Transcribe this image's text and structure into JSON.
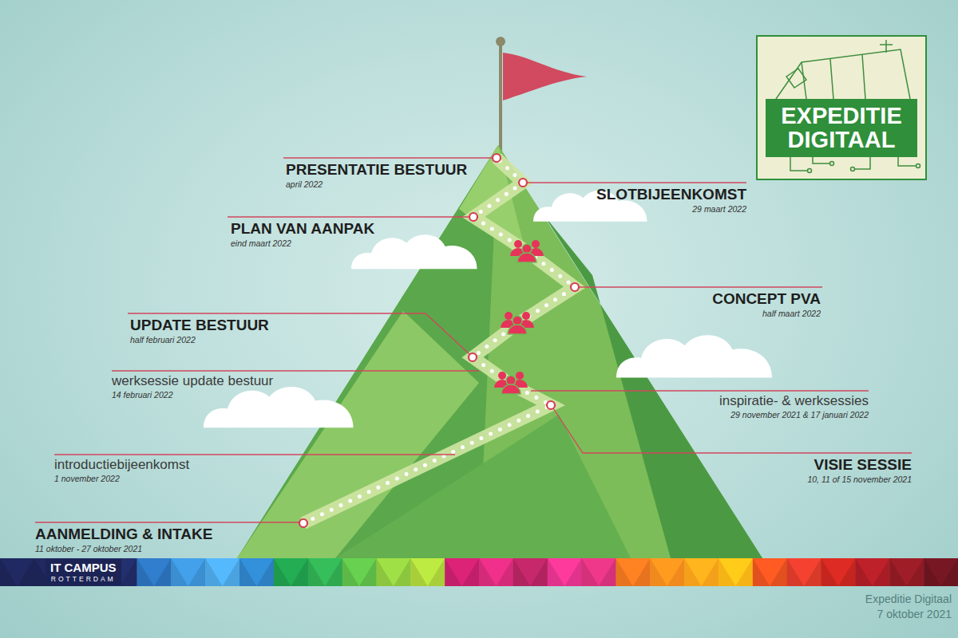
{
  "diagram": {
    "nodes": [
      {
        "text": [
          "EXPEDITIE DIGITAAL"
        ]
      },
      {
        "text": [
          "IT CAMPUS",
          "ROTTERDAM"
        ]
      }
    ],
    "labels": [
      "PRESENTATIE BESTUUR",
      "april 2022",
      "SLOTBIJEENKOMST",
      "29 maart 2022",
      "PLAN VAN AANPAK",
      "eind maart 2022",
      "CONCEPT PVA",
      "half maart 2022",
      "UPDATE BESTUUR",
      "half februari 2022",
      "werksessie update bestuur",
      "14 februari 2022",
      "inspiratie- & werksessies",
      "29 november 2021 & 17 januari 2022",
      "introductiebijeenkomst",
      "1 november 2022",
      "VISIE SESSIE",
      "10, 11 of 15 november 2021",
      "AANMELDING & INTAKE",
      "11 oktober - 27 oktober 2021",
      "Expeditie Digitaal",
      "7 oktober 2021"
    ]
  }
}
